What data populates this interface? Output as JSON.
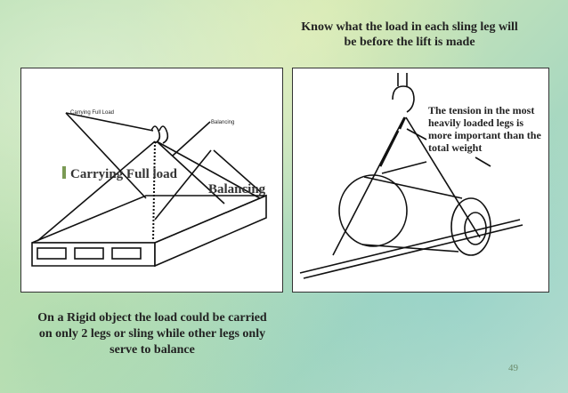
{
  "header": {
    "line1": "Know what the load in each sling leg will",
    "line2": "be before the lift is made"
  },
  "left_panel": {
    "small_label_carrying": "Carrying Full Load",
    "small_label_balancing": "Balancing",
    "label_carrying": "Carrying Full load",
    "label_balancing": "Balancing"
  },
  "right_panel": {
    "tension_note": "The tension in the most heavily loaded legs is more important than the total weight"
  },
  "footer": {
    "line1": "On a Rigid object the load could be carried",
    "line2": "on only 2 legs or sling while other legs only",
    "line3": "serve to balance"
  },
  "page_number": "49",
  "colors": {
    "accent_bar": "#7a9a54",
    "text": "#222222"
  }
}
